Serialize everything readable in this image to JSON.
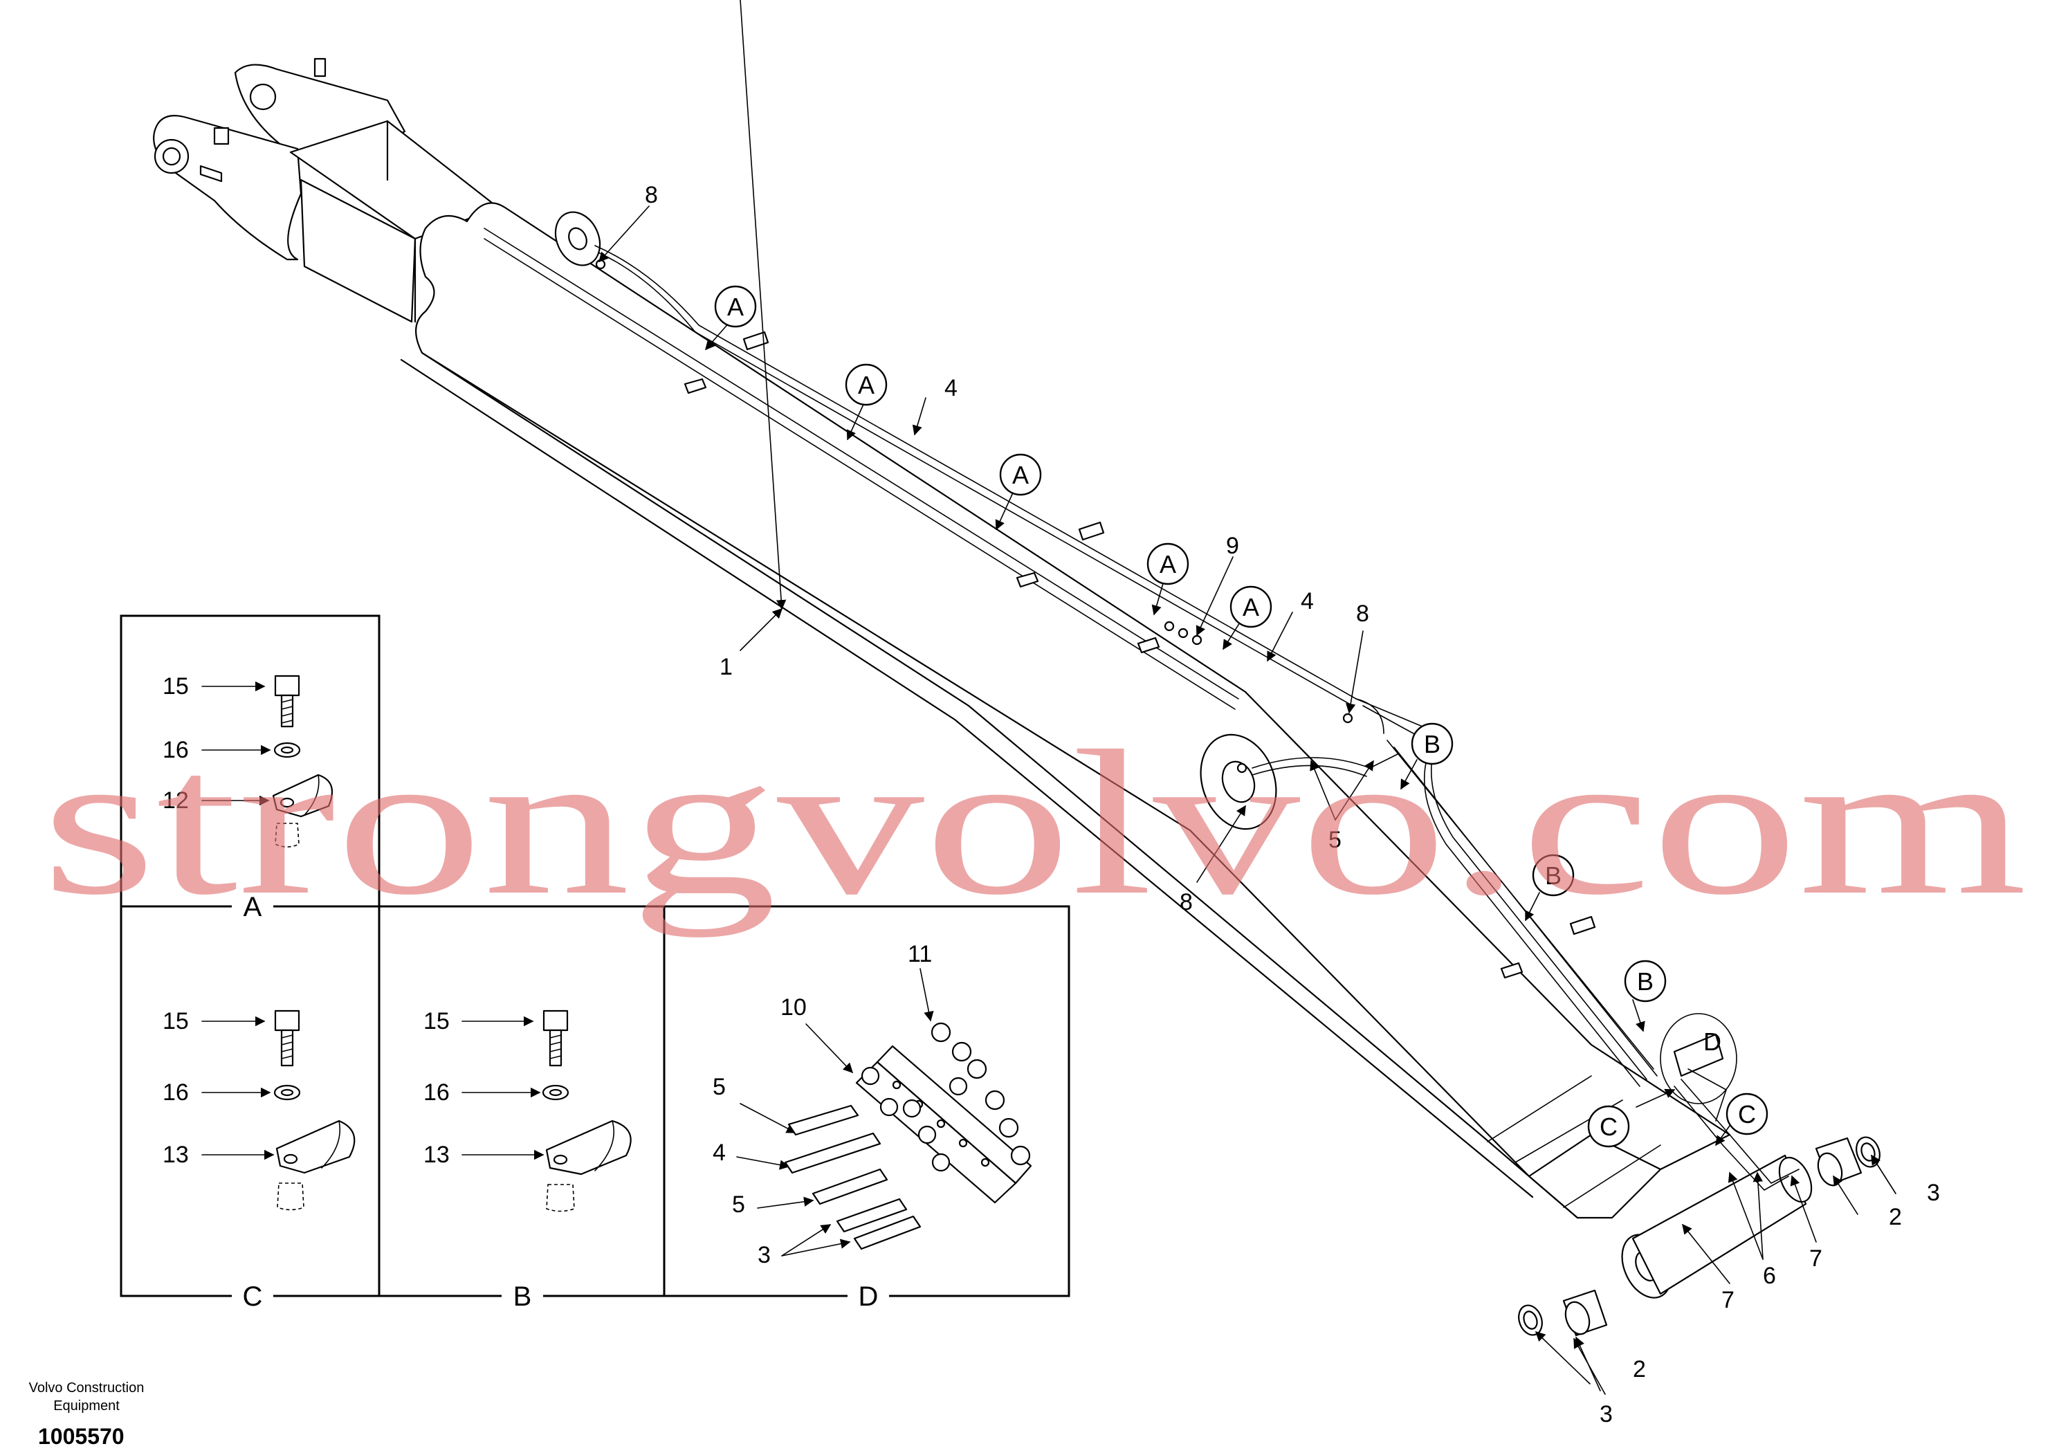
{
  "watermark": "strongvolvo.com",
  "manufacturer": {
    "line1": "Volvo Construction",
    "line2": "Equipment"
  },
  "document_number": "1005570",
  "callouts": {
    "c1": "1",
    "c2a": "2",
    "c2b": "2",
    "c3a": "3",
    "c3b": "3",
    "c4a": "4",
    "c4b": "4",
    "c5": "5",
    "c6": "6",
    "c7a": "7",
    "c7b": "7",
    "c8a": "8",
    "c8b": "8",
    "c8c": "8",
    "c9": "9"
  },
  "view_refs": {
    "a1": "A",
    "a2": "A",
    "a3": "A",
    "a4": "A",
    "a5": "A",
    "b1": "B",
    "b2": "B",
    "b3": "B",
    "c1": "C",
    "c2": "C",
    "d1": "D"
  },
  "detail_views": {
    "A": {
      "title": "A",
      "items": [
        "15",
        "16",
        "12"
      ]
    },
    "C": {
      "title": "C",
      "items": [
        "15",
        "16",
        "13"
      ]
    },
    "B": {
      "title": "B",
      "items": [
        "15",
        "16",
        "13"
      ]
    },
    "D": {
      "title": "D",
      "items": [
        "11",
        "10",
        "5",
        "4",
        "5",
        "3"
      ]
    }
  }
}
